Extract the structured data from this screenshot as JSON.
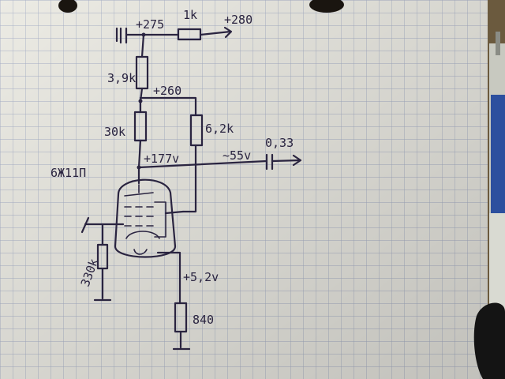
{
  "labels": {
    "supply_in": "+280",
    "supply_filtered": "+275",
    "r_series": "1k",
    "r_dropper": "3,9k",
    "node_mid": "+260",
    "r_plate": "30k",
    "r_screen": "6,2k",
    "plate_voltage": "+177v",
    "signal_out": "~55v",
    "cap_out": "0,33",
    "tube_type": "6Ж11П",
    "r_grid": "330k",
    "cathode_voltage": "+5,2v",
    "r_cathode": "840"
  },
  "colors": {
    "paper": "#ecebe4",
    "grid": "#a8b0c8",
    "ink": "#2a2440",
    "desk": "#6b5a3e",
    "pen_blue": "#2c4f9e"
  },
  "icons": {
    "resistor": "resistor-icon",
    "capacitor": "capacitor-icon",
    "ground": "ground-icon",
    "tube": "vacuum-tube-icon",
    "pen": "pen-icon"
  }
}
